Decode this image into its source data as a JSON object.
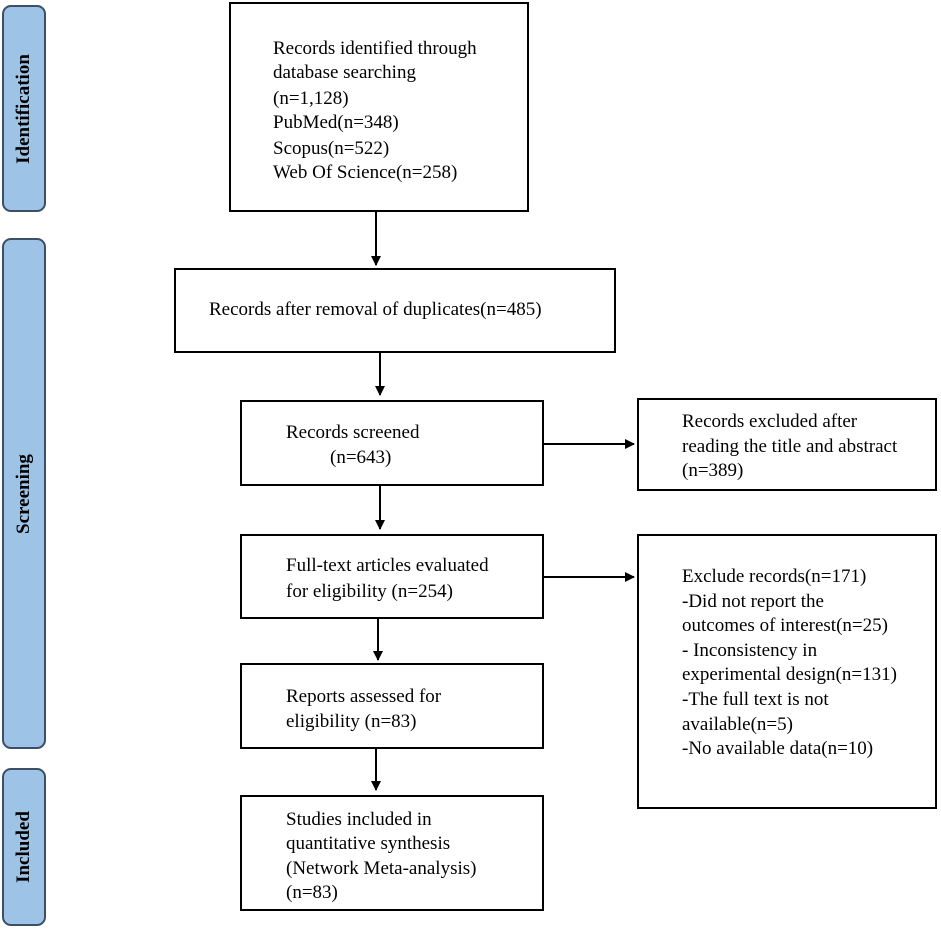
{
  "colors": {
    "stage_fill": "#9dc3e6",
    "stage_border": "#3d4f66",
    "box_border": "#000000",
    "arrow": "#000000"
  },
  "stages": {
    "identification": "Identification",
    "screening": "Screening",
    "included": "Included"
  },
  "boxes": {
    "identified": [
      "Records identified through",
      "database searching",
      "(n=1,128)",
      "PubMed(n=348)",
      "Scopus(n=522)",
      "Web Of Science(n=258)"
    ],
    "after_duplicates": [
      "Records after removal of duplicates(n=485)"
    ],
    "screened": [
      "Records screened",
      "(n=643)"
    ],
    "excluded_title": [
      "Records excluded after",
      "reading the title and abstract",
      "(n=389)"
    ],
    "fulltext": [
      "Full-text articles evaluated",
      "for eligibility (n=254)"
    ],
    "exclude_records": [
      "Exclude records(n=171)",
      "-Did not report the",
      "outcomes of interest(n=25)",
      "- Inconsistency in",
      "experimental design(n=131)",
      "-The full text is not",
      "available(n=5)",
      "-No available data(n=10)"
    ],
    "reports_assessed": [
      "Reports assessed for",
      "eligibility (n=83)"
    ],
    "included": [
      "Studies included in",
      "quantitative synthesis",
      "(Network Meta-analysis)",
      "(n=83)"
    ]
  }
}
